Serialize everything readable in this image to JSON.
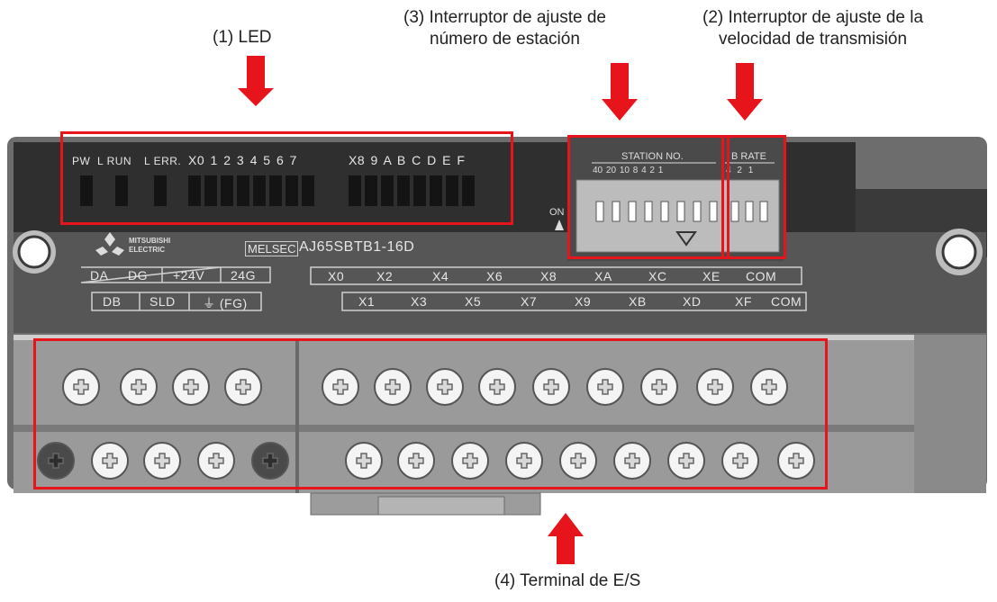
{
  "callouts": {
    "led": "(1) LED",
    "station_line1": "(3) Interruptor de ajuste de",
    "station_line2": "número de estación",
    "baud_line1": "(2) Interruptor de ajuste de la",
    "baud_line2": "velocidad de transmisión",
    "terminal": "(4) Terminal de E/S"
  },
  "device": {
    "led_labels_left": [
      "PW",
      "L RUN",
      "L ERR."
    ],
    "led_input_labels_a": [
      "X0",
      "1",
      "2",
      "3",
      "4",
      "5",
      "6",
      "7"
    ],
    "led_input_labels_b": [
      "X8",
      "9",
      "A",
      "B",
      "C",
      "D",
      "E",
      "F"
    ],
    "station_no_label": "STATION NO.",
    "station_values": [
      "40",
      "20",
      "10",
      "8",
      "4",
      "2",
      "1"
    ],
    "brate_label": "B RATE",
    "brate_values": [
      "4",
      "2",
      "1"
    ],
    "on_label": "ON",
    "brand_line1": "MITSUBISHI",
    "brand_line2": "ELECTRIC",
    "series_logo": "MELSEC",
    "model": "AJ65SBTB1-16D",
    "terminal_top_left": [
      "DA",
      "DG",
      "+24V",
      "24G"
    ],
    "terminal_bottom_left": [
      "DB",
      "SLD",
      "⏚ (FG)"
    ],
    "terminal_top_right": [
      "X0",
      "X2",
      "X4",
      "X6",
      "X8",
      "XA",
      "XC",
      "XE",
      "COM"
    ],
    "terminal_bottom_right": [
      "X1",
      "X3",
      "X5",
      "X7",
      "X9",
      "XB",
      "XD",
      "XF",
      "COM"
    ]
  },
  "colors": {
    "highlight": "#e8141b",
    "arrow": "#e8141b",
    "panel_dark": "#3a3a3a",
    "panel_mid": "#565656",
    "terminal_body": "#8f8f8f"
  }
}
